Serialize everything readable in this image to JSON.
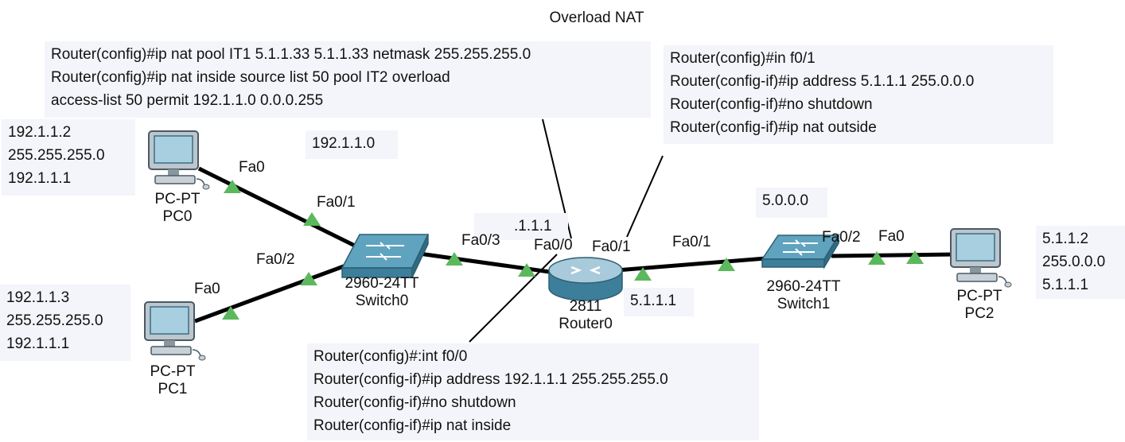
{
  "title": "Overload NAT",
  "notes": {
    "nat_config": [
      "Router(config)#ip nat pool IT1 5.1.1.33 5.1.1.33 netmask 255.255.255.0",
      "Router(config)#ip nat inside source list 50 pool IT2  overload",
      "access-list 50 permit 192.1.1.0 0.0.0.255"
    ],
    "outside_config": [
      "Router(config)#in f0/1",
      "Router(config-if)#ip address 5.1.1.1 255.0.0.0",
      "Router(config-if)#no shutdown",
      "Router(config-if)#ip nat outside"
    ],
    "inside_config": [
      "Router(config)#:int f0/0",
      "Router(config-if)#ip address 192.1.1.1 255.255.255.0",
      "Router(config-if)#no shutdown",
      "Router(config-if)#ip nat inside"
    ],
    "pc0_ip": [
      "192.1.1.2",
      "255.255.255.0",
      "192.1.1.1"
    ],
    "pc1_ip": [
      "192.1.1.3",
      "255.255.255.0",
      "192.1.1.1"
    ],
    "pc2_ip": [
      "5.1.1.2",
      "255.0.0.0",
      "5.1.1.1"
    ],
    "net_inside": "192.1.1.0",
    "net_outside": "5.0.0.0",
    "router_ip": "5.1.1.1",
    "router_partial_ip": ".1.1.1"
  },
  "devices": {
    "pc0": {
      "model": "PC-PT",
      "name": "PC0"
    },
    "pc1": {
      "model": "PC-PT",
      "name": "PC1"
    },
    "pc2": {
      "model": "PC-PT",
      "name": "PC2"
    },
    "switch0": {
      "model": "2960-24TT",
      "name": "Switch0"
    },
    "switch1": {
      "model": "2960-24TT",
      "name": "Switch1"
    },
    "router0": {
      "model": "2811",
      "name": "Router0"
    }
  },
  "ports": {
    "pc0_fa0": "Fa0",
    "sw0_fa01": "Fa0/1",
    "pc1_fa0": "Fa0",
    "sw0_fa02": "Fa0/2",
    "sw0_fa03": "Fa0/3",
    "r0_fa00": "Fa0/0",
    "r0_fa01": "Fa0/1",
    "sw1_fa01": "Fa0/1",
    "sw1_fa02": "Fa0/2",
    "pc2_fa0": "Fa0"
  },
  "colors": {
    "link": "#000000",
    "link_up": "#5cb85c",
    "note_bg": "#f3f5fa",
    "device_body": "#4a8ca6",
    "pc_screen": "#a8cfe0"
  }
}
